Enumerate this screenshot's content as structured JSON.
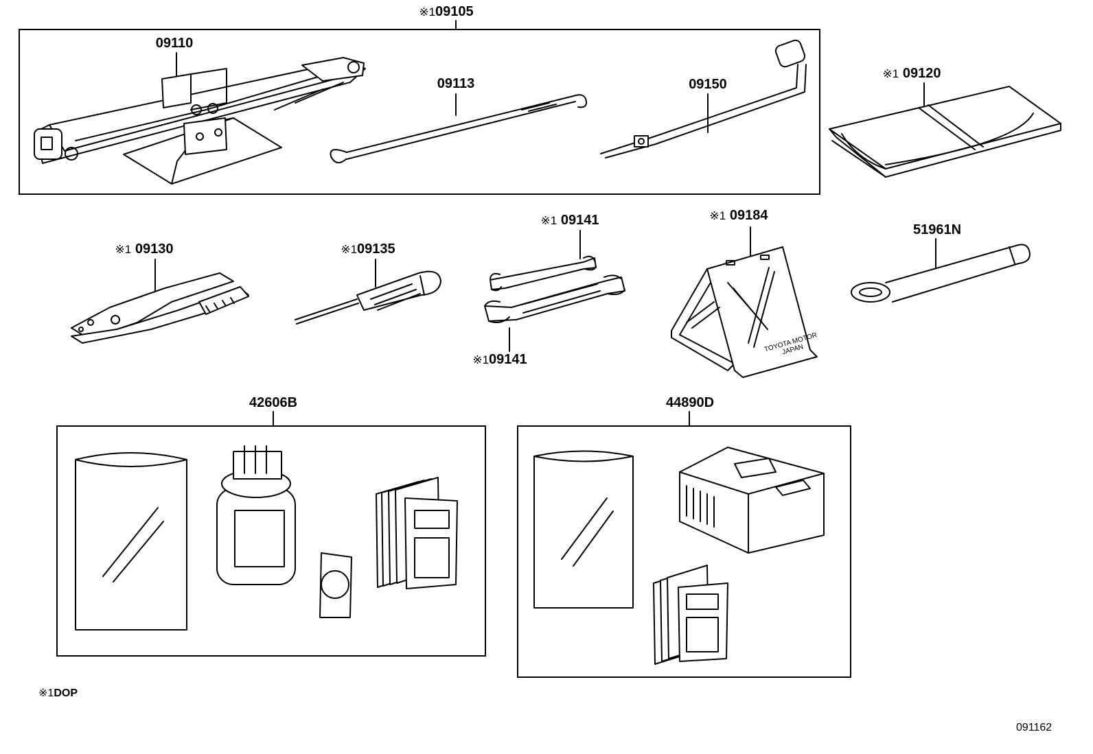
{
  "labels": {
    "kit_09105": {
      "ref": "※1",
      "code": "09105"
    },
    "jack_09110": {
      "ref": "",
      "code": "09110"
    },
    "hook_09113": {
      "ref": "",
      "code": "09113"
    },
    "handle_09150": {
      "ref": "",
      "code": "09150"
    },
    "bag_09120": {
      "ref": "※1",
      "code": "09120"
    },
    "pliers_09130": {
      "ref": "※1",
      "code": "09130"
    },
    "screwdriver_09135": {
      "ref": "※1",
      "code": "09135"
    },
    "wrench_09141_top": {
      "ref": "※1",
      "code": "09141"
    },
    "wrench_09141_bottom": {
      "ref": "※1",
      "code": "09141"
    },
    "triangle_09184": {
      "ref": "※1",
      "code": "09184"
    },
    "tow_hook_51961N": {
      "ref": "",
      "code": "51961N"
    },
    "repair_kit_42606B": {
      "ref": "",
      "code": "42606B"
    },
    "compressor_44890D": {
      "ref": "",
      "code": "44890D"
    }
  },
  "triangle_text": {
    "line1": "TOYOTA MOTOR",
    "line2": "JAPAN"
  },
  "footnote": {
    "ref": "※1",
    "text": "DOP"
  },
  "diagram_id": "091162"
}
